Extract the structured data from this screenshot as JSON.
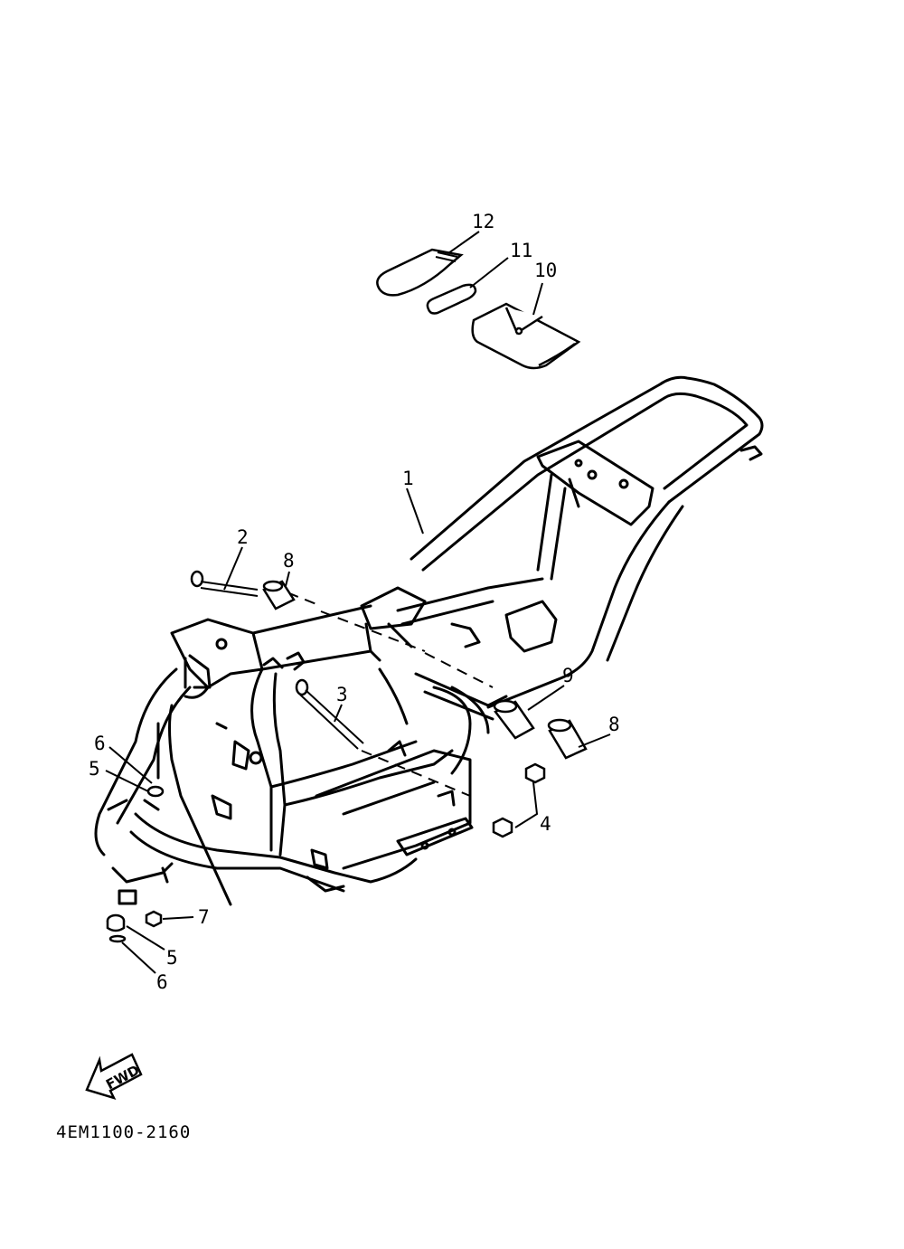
{
  "diagram": {
    "callouts": [
      {
        "id": "c12",
        "label": "12"
      },
      {
        "id": "c11",
        "label": "11"
      },
      {
        "id": "c10",
        "label": "10"
      },
      {
        "id": "c1",
        "label": "1"
      },
      {
        "id": "c2",
        "label": "2"
      },
      {
        "id": "c8a",
        "label": "8"
      },
      {
        "id": "c3",
        "label": "3"
      },
      {
        "id": "c9",
        "label": "9"
      },
      {
        "id": "c8b",
        "label": "8"
      },
      {
        "id": "c6a",
        "label": "6"
      },
      {
        "id": "c5a",
        "label": "5"
      },
      {
        "id": "c4",
        "label": "4"
      },
      {
        "id": "c7",
        "label": "7"
      },
      {
        "id": "c5b",
        "label": "5"
      },
      {
        "id": "c6b",
        "label": "6"
      }
    ],
    "fwd_label": "FWD",
    "drawing_code": "4EM1100-2160"
  },
  "colors": {
    "line": "#000000",
    "background": "#ffffff"
  }
}
